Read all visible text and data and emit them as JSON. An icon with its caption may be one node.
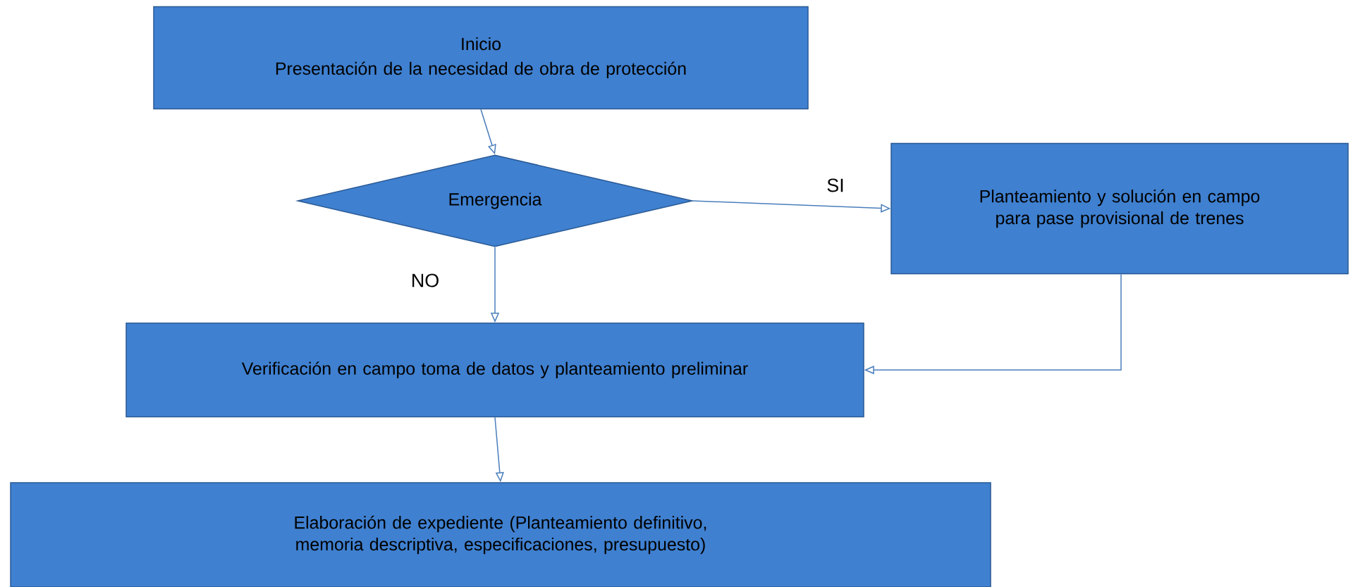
{
  "diagram": {
    "nodes": [
      {
        "text": [
          "Inicio",
          "Presentación de la necesidad de obra de protección"
        ]
      },
      {
        "text": [
          "Emergencia"
        ]
      },
      {
        "text": [
          "Planteamiento y solución en campo para pase provisional de trenes"
        ]
      },
      {
        "text": [
          "Verificación en campo toma de datos y planteamiento preliminar"
        ]
      },
      {
        "text": [
          "Elaboración de expediente (Planteamiento definitivo, memoria descriptiva, especificaciones, presupuesto)"
        ]
      }
    ],
    "edges": [
      {
        "from": 0,
        "to": 1,
        "arrow": "to"
      },
      {
        "from": 1,
        "to": 2,
        "arrow": "to",
        "label": "SI"
      },
      {
        "from": 1,
        "to": 3,
        "arrow": "to",
        "label": "NO"
      },
      {
        "from": 2,
        "to": 3,
        "arrow": "to"
      },
      {
        "from": 3,
        "to": 4,
        "arrow": "to"
      }
    ]
  }
}
